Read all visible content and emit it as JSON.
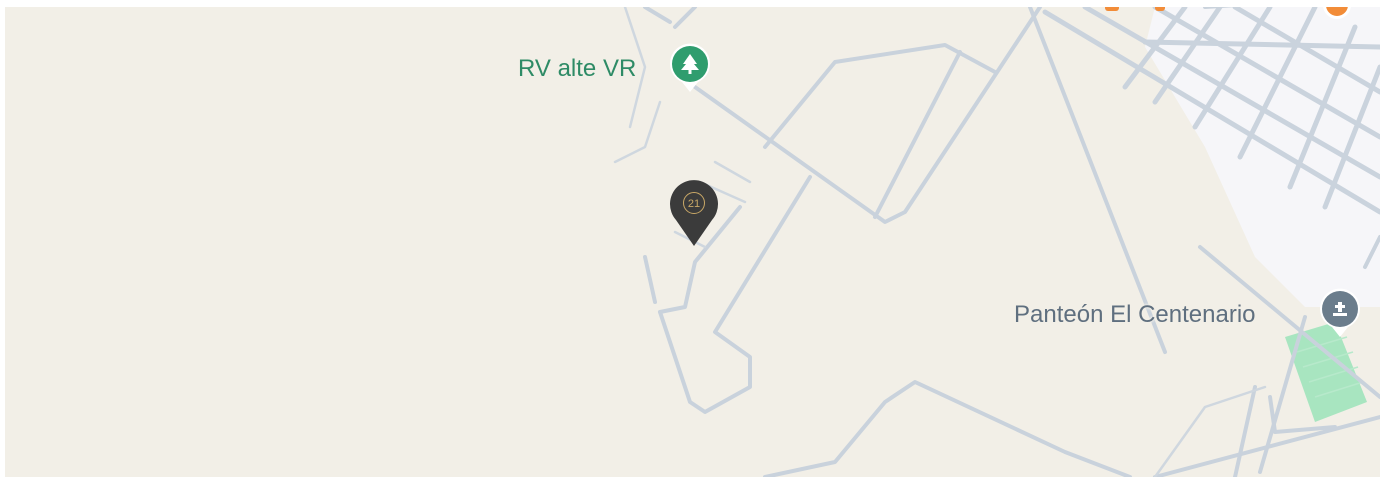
{
  "map": {
    "background_color": "#f2efe7",
    "road_color": "#c9d2dc",
    "urban_block_color": "#f7f7fb",
    "park_color": "#a8e5c0"
  },
  "pois": [
    {
      "label": "RV alte VR",
      "icon": "tree-icon",
      "label_color": "#2e8b66",
      "pin_color": "#2f9d6e"
    },
    {
      "label": "Panteón El Centenario",
      "icon": "cemetery-icon",
      "label_color": "#5f6f7f",
      "pin_color": "#6b7d8c"
    }
  ],
  "marker": {
    "text": "21",
    "icon": "location-pin-icon",
    "pin_color": "#3b3b3b",
    "logo_color": "#c9a867"
  }
}
